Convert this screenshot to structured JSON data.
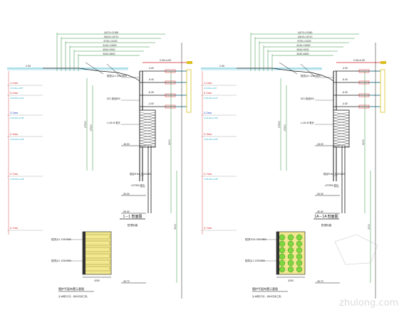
{
  "sections": [
    {
      "id": "left",
      "dims_top": [
        "14570=21580",
        "15610=16710",
        "8730=13430",
        "8140=10890",
        "6940=9000",
        "5030=6800"
      ],
      "top_elev": "2.00=4.00",
      "elev_mid": [
        "-4.00",
        "-5.40",
        "-6.25",
        "-4.00"
      ],
      "ground_label": "2.00",
      "soil_labels": [
        "1-1ms",
        "2-1ms",
        "2-2ms",
        "2-3ms",
        "2-7ms",
        "2-7ms"
      ],
      "soil_small": [
        "c=0 kPa φ=26°",
        "c=18 kPa φ=14°",
        "c=16 kPa φ=20°",
        "c=20 kPa φ=25°",
        "c=25 kPa φ=28°"
      ],
      "pile_labels": [
        "桩顶QL1 1200X800",
        "DZ1 桩径800",
        "L=15.00 桩长",
        "桩径ZH1A 750X1800",
        "LZT/900 桩长"
      ],
      "depths": [
        "-18.00",
        "-26.30",
        "-35.00",
        "-45.70"
      ],
      "vert_dims": [
        "27300",
        "17300",
        "6000",
        "3000"
      ],
      "section_title": "1－1 剖面图",
      "section_sub": "桩顶标高",
      "plan_labels": [
        "桩顶QL1 1200X800",
        "桩顶QL1 1200X800",
        "4200"
      ],
      "plan_title": "围护平面布置示意图",
      "plan_note": "注:本图仅示意，具体详见施工图。"
    },
    {
      "id": "right",
      "dims_top": [
        "14570=21580",
        "15610=16710",
        "8730=13430",
        "8140=10890",
        "6940=9000",
        "5030=6800"
      ],
      "top_elev": "2.00=4.00",
      "elev_mid": [
        "-4.00",
        "-5.40",
        "-6.25",
        "-4.00"
      ],
      "ground_label": "2.00",
      "soil_labels": [
        "1-1ms",
        "2-1ms",
        "2-2ms",
        "2-3ms",
        "2-7ms",
        "2-7ms"
      ],
      "soil_small": [
        "c=0 kPa φ=26°",
        "c=18 kPa φ=14°",
        "c=16 kPa φ=20°",
        "c=20 kPa φ=25°",
        "c=25 kPa φ=28°"
      ],
      "pile_labels": [
        "桩顶QL1 1200X800",
        "DZ1 桩径800",
        "L=15.00 桩长",
        "桩径ZH1A 750X1800",
        "LZT/900 桩长"
      ],
      "depths": [
        "-18.00",
        "-26.30",
        "-35.00",
        "-45.70"
      ],
      "vert_dims": [
        "27300",
        "17300",
        "6000",
        "3000"
      ],
      "section_title": "1A－1A 剖面图",
      "section_sub": "桩顶标高",
      "plan_labels": [
        "桩顶DZ1A 1500X800",
        "桩顶QL1 1200X800",
        "4200"
      ],
      "plan_title": "围护平面布置示意图",
      "plan_note": "注:本图仅示意，具体详见施工图。"
    }
  ],
  "watermark": "zhulong.com",
  "colors": {
    "line": "#1a1a1a",
    "dim": "#2f8f3a",
    "cyan": "#1aa8c8",
    "red": "#d62020",
    "blue": "#2040c0",
    "magenta": "#c020c0",
    "yellow": "#d8c020",
    "plan_fill": "#f2e890",
    "plan_green": "#7ed640"
  }
}
